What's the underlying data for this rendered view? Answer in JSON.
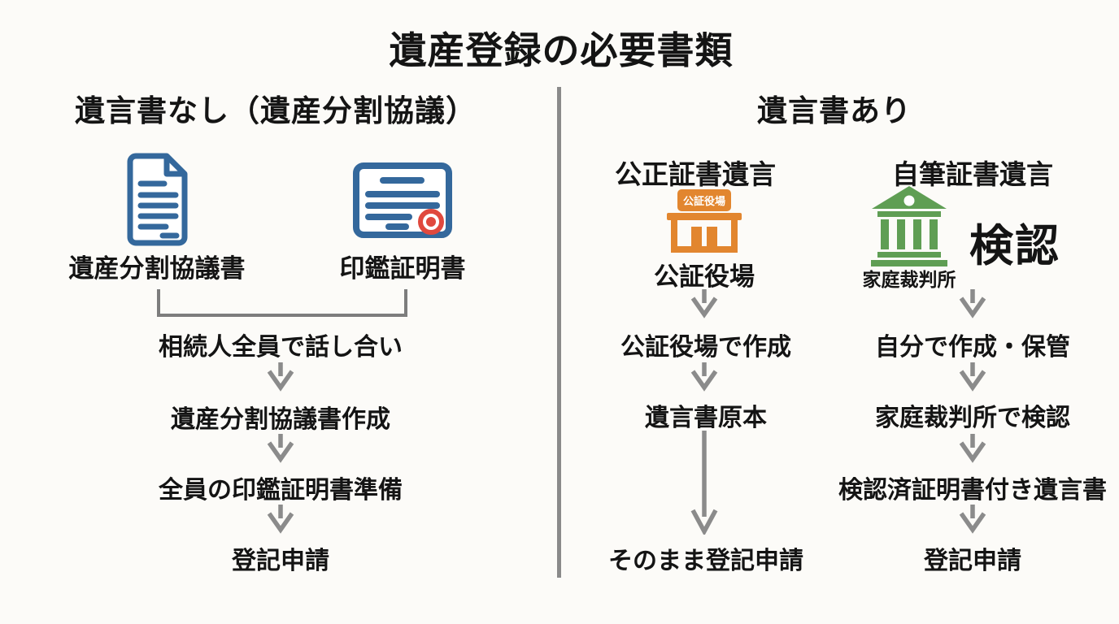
{
  "title": "遺産登録の必要書類",
  "left": {
    "header": "遺言書なし（遺産分割協議）",
    "documents": {
      "agreement_label": "遺産分割協議書",
      "seal_label": "印鑑証明書"
    },
    "steps": [
      "相続人全員で話し合い",
      "遺産分割協議書作成",
      "全員の印鑑証明書準備",
      "登記申請"
    ]
  },
  "right": {
    "header": "遺言書あり",
    "notarized": {
      "header": "公正証書遺言",
      "building_sign": "公証役場",
      "building_label": "公証役場",
      "steps": [
        "公証役場で作成",
        "遺言書原本",
        "そのまま登記申請"
      ]
    },
    "holographic": {
      "header": "自筆証書遺言",
      "building_label": "家庭裁判所",
      "probate_note": "検認",
      "steps": [
        "自分で作成・保管",
        "家庭裁判所で検認",
        "検認済証明書付き遺言書",
        "登記申請"
      ]
    }
  },
  "icons": {
    "document_icon": "document-with-text",
    "certificate_icon": "certificate-with-red-seal",
    "notary_icon": "storefront-building",
    "court_icon": "classical-courthouse"
  },
  "colors": {
    "background": "#fcfbf8",
    "text": "#141414",
    "arrow_gray": "#8b8b8b",
    "divider_gray": "#8a8a8a",
    "icon_blue": "#34689c",
    "seal_red": "#e0493e",
    "notary_orange": "#e2862f",
    "court_green": "#5f9e54"
  }
}
